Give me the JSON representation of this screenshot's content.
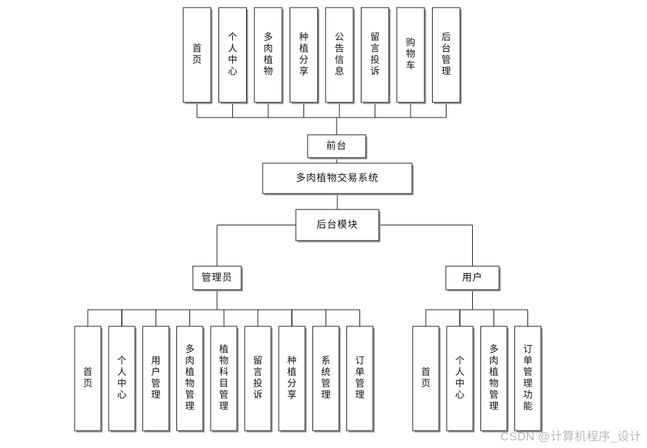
{
  "diagram": {
    "title": "多肉植物交易系统",
    "type": "system-architecture-tree",
    "stroke_color": "#1a1a1a",
    "shadow_color": "#9a9a9a",
    "background_color": "#ffffff",
    "watermark": "CSDN @计算机程序_设计",
    "root": {
      "label": "多肉植物交易系统"
    },
    "frontend": {
      "label": "前台",
      "items": [
        {
          "label": "首页"
        },
        {
          "label": "个人中心"
        },
        {
          "label": "多肉植物"
        },
        {
          "label": "种植分享"
        },
        {
          "label": "公告信息"
        },
        {
          "label": "留言投诉"
        },
        {
          "label": "购物车"
        },
        {
          "label": "后台管理"
        }
      ]
    },
    "backend": {
      "label": "后台模块",
      "roles": [
        {
          "label": "管理员",
          "items": [
            {
              "label": "首页"
            },
            {
              "label": "个人中心"
            },
            {
              "label": "用户管理"
            },
            {
              "label": "多肉植物管理"
            },
            {
              "label": "植物科目管理"
            },
            {
              "label": "留言投诉"
            },
            {
              "label": "种植分享"
            },
            {
              "label": "系统管理"
            },
            {
              "label": "订单管理"
            }
          ]
        },
        {
          "label": "用户",
          "items": [
            {
              "label": "首页"
            },
            {
              "label": "个人中心"
            },
            {
              "label": "多肉植物管理"
            },
            {
              "label": "订单管理功能"
            }
          ]
        }
      ]
    }
  }
}
